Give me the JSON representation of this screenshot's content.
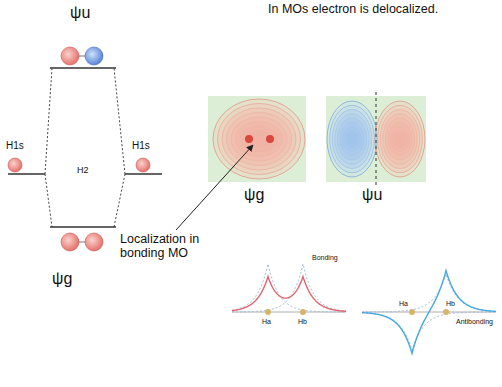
{
  "diagram": {
    "labels": [
      "In MOs electron is delocalized.",
      "ψu",
      "H1s",
      "H2",
      "H1s",
      "ψg",
      "ψu",
      "ψg",
      "Localization in bonding MO",
      "Bonding",
      "Ha",
      "Hb",
      "Antibonding",
      "Hb",
      "Ha"
    ]
  }
}
